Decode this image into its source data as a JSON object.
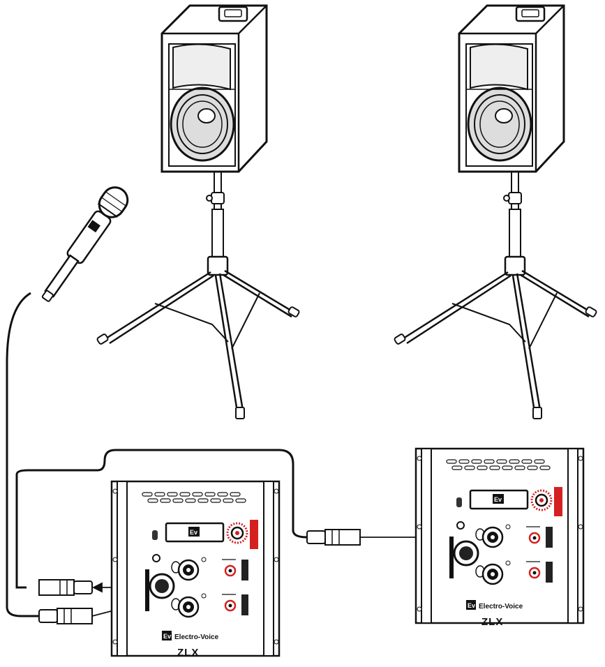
{
  "panels": [
    {
      "id": "left",
      "brand": "Electro-Voice",
      "model": "ZLX",
      "logo": "Ev"
    },
    {
      "id": "right",
      "brand": "Electro-Voice",
      "model": "ZLX",
      "logo": "Ev"
    }
  ],
  "colors": {
    "stroke": "#111111",
    "accent_red": "#d42020",
    "panel_fill": "#ffffff"
  },
  "icons": [
    "microphone-icon",
    "speaker-icon",
    "tripod-stand-icon",
    "xlr-connector-icon",
    "electro-voice-logo"
  ]
}
